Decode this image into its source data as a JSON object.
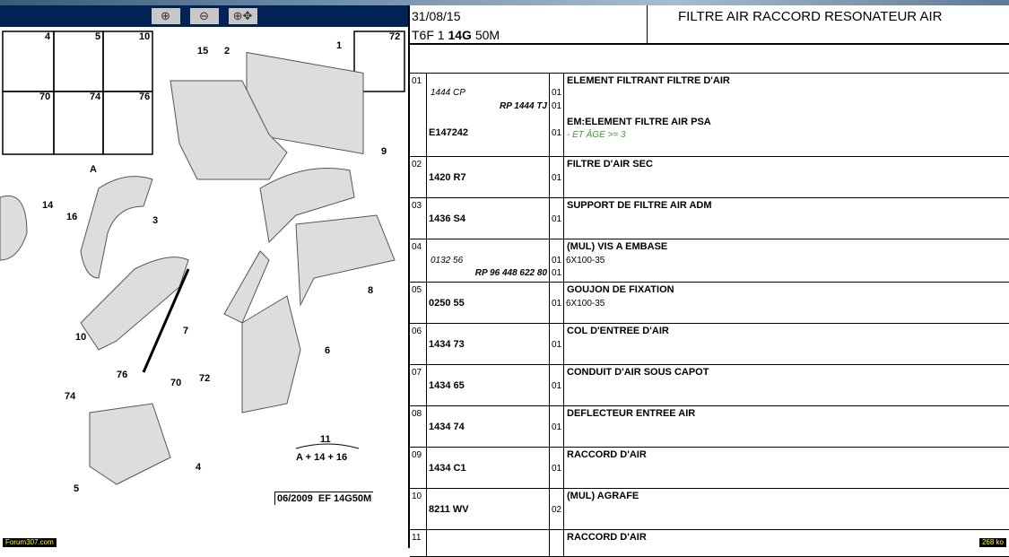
{
  "toolbar": {
    "zoom_in": "zoom-in-icon",
    "zoom_out": "zoom-out-icon",
    "pan": "zoom-pan-icon"
  },
  "diagram": {
    "box_labels": [
      "4",
      "5",
      "10",
      "70",
      "74",
      "76",
      "72"
    ],
    "callouts": [
      "15",
      "2",
      "1",
      "9",
      "A",
      "14",
      "16",
      "3",
      "8",
      "7",
      "6",
      "10",
      "72",
      "74",
      "76",
      "70",
      "4",
      "5",
      "11"
    ],
    "formula": "A + 14 + 16",
    "ref": "06/2009  EF 14G50M"
  },
  "header": {
    "date": "31/08/15",
    "model_pre": "T6F 1 ",
    "model_bold": "14G",
    "model_post": " 50M",
    "title": "FILTRE AIR RACCORD RESONATEUR AIR"
  },
  "rows": [
    {
      "num": "01",
      "desc": "ELEMENT FILTRANT FILTRE D'AIR",
      "ref1": "1444 CP",
      "qty1": "01",
      "ref2": "RP 1444 TJ",
      "qty2": "01",
      "desc2": "EM:ELEMENT FILTRE AIR PSA",
      "ref3": "E147242",
      "qty3": "01",
      "note": "- ET ÂGE >= 3"
    },
    {
      "num": "02",
      "ref": "1420 R7",
      "qty": "01",
      "desc": "FILTRE D'AIR SEC"
    },
    {
      "num": "03",
      "ref": "1436 S4",
      "qty": "01",
      "desc": "SUPPORT DE FILTRE AIR ADM"
    },
    {
      "num": "04",
      "desc": "(MUL) VIS A EMBASE",
      "ref1": "0132 56",
      "qty1": "01",
      "spec": "6X100-35",
      "ref2": "RP 96 448 622 80",
      "qty2": "01"
    },
    {
      "num": "05",
      "ref": "0250 55",
      "qty": "01",
      "desc": "GOUJON DE FIXATION",
      "spec": "6X100-35"
    },
    {
      "num": "06",
      "ref": "1434 73",
      "qty": "01",
      "desc": "COL D'ENTREE D'AIR"
    },
    {
      "num": "07",
      "ref": "1434 65",
      "qty": "01",
      "desc": "CONDUIT D'AIR SOUS CAPOT"
    },
    {
      "num": "08",
      "ref": "1434 74",
      "qty": "01",
      "desc": "DEFLECTEUR ENTREE AIR"
    },
    {
      "num": "09",
      "ref": "1434 C1",
      "qty": "01",
      "desc": "RACCORD D'AIR"
    },
    {
      "num": "10",
      "ref": "8211 WV",
      "qty": "02",
      "desc": "(MUL) AGRAFE"
    },
    {
      "num": "11",
      "desc": "RACCORD D'AIR"
    }
  ],
  "footer": {
    "left": "Forum307.com",
    "right": "268 ko"
  }
}
